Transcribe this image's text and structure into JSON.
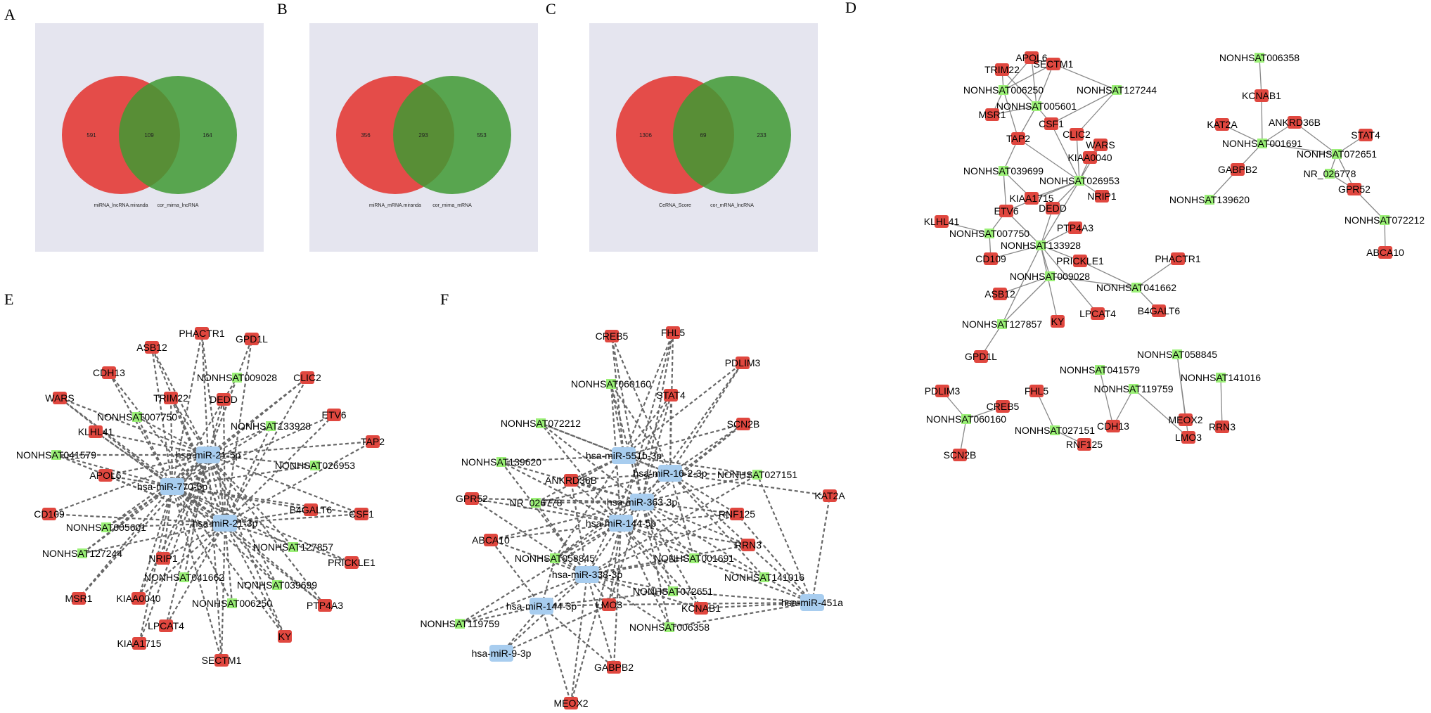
{
  "colors": {
    "mrna": "#e0473f",
    "lncrna": "#9bf077",
    "mirna": "#a8cdef",
    "venn_left": "#e33b36",
    "venn_right": "#3f9a33",
    "venn_bg": "#e5e5ef"
  },
  "panels": {
    "A": {
      "label": "A",
      "left_only": "591",
      "overlap": "109",
      "right_only": "164",
      "left_set": "miRNA_lncRNA.miranda",
      "right_set": "cor_mirna_lncRNA"
    },
    "B": {
      "label": "B",
      "left_only": "356",
      "overlap": "293",
      "right_only": "553",
      "left_set": "miRNA_mRNA.miranda",
      "right_set": "cor_mirna_mRNA"
    },
    "C": {
      "label": "C",
      "left_only": "1306",
      "overlap": "69",
      "right_only": "233",
      "left_set": "CeRNA_Score",
      "right_set": "cor_mRNA_lncRNA"
    },
    "D": {
      "label": "D"
    },
    "E": {
      "label": "E"
    },
    "F": {
      "label": "F"
    }
  },
  "networks": {
    "E": {
      "nodes": [
        {
          "id": "e_m770",
          "label": "hsa-miR-770-5p",
          "type": "mirna"
        },
        {
          "id": "e_m21_5p",
          "label": "hsa-miR-21-5p",
          "type": "mirna"
        },
        {
          "id": "e_m21_3p",
          "label": "hsa-miR-21-3p",
          "type": "mirna"
        },
        {
          "id": "e_PHACTR1",
          "label": "PHACTR1",
          "type": "mrna"
        },
        {
          "id": "e_GPD1L",
          "label": "GPD1L",
          "type": "mrna"
        },
        {
          "id": "e_ASB12",
          "label": "ASB12",
          "type": "mrna"
        },
        {
          "id": "e_NS009028",
          "label": "NONHSAT009028",
          "type": "lncrna"
        },
        {
          "id": "e_CLIC2",
          "label": "CLIC2",
          "type": "mrna"
        },
        {
          "id": "e_CDH13",
          "label": "CDH13",
          "type": "mrna"
        },
        {
          "id": "e_TRIM22",
          "label": "TRIM22",
          "type": "mrna"
        },
        {
          "id": "e_DEDD",
          "label": "DEDD",
          "type": "mrna"
        },
        {
          "id": "e_WARS",
          "label": "WARS",
          "type": "mrna"
        },
        {
          "id": "e_NS007750",
          "label": "NONHSAT007750",
          "type": "lncrna"
        },
        {
          "id": "e_NS133928",
          "label": "NONHSAT133928",
          "type": "lncrna"
        },
        {
          "id": "e_ETV6",
          "label": "ETV6",
          "type": "mrna"
        },
        {
          "id": "e_KLHL41",
          "label": "KLHL41",
          "type": "mrna"
        },
        {
          "id": "e_TAP2",
          "label": "TAP2",
          "type": "mrna"
        },
        {
          "id": "e_NS041579",
          "label": "NONHSAT041579",
          "type": "lncrna"
        },
        {
          "id": "e_NS026953",
          "label": "NONHSAT026953",
          "type": "lncrna"
        },
        {
          "id": "e_APOL6",
          "label": "APOL6",
          "type": "mrna"
        },
        {
          "id": "e_B4GALT6",
          "label": "B4GALT6",
          "type": "mrna"
        },
        {
          "id": "e_CSF1",
          "label": "CSF1",
          "type": "mrna"
        },
        {
          "id": "e_CD109",
          "label": "CD109",
          "type": "mrna"
        },
        {
          "id": "e_NS005601",
          "label": "NONHSAT005601",
          "type": "lncrna"
        },
        {
          "id": "e_NS127857",
          "label": "NONHSAT127857",
          "type": "lncrna"
        },
        {
          "id": "e_NS127244",
          "label": "NONHSAT127244",
          "type": "lncrna"
        },
        {
          "id": "e_PRICKLE1",
          "label": "PRICKLE1",
          "type": "mrna"
        },
        {
          "id": "e_NRIP1",
          "label": "NRIP1",
          "type": "mrna"
        },
        {
          "id": "e_NS041662",
          "label": "NONHSAT041662",
          "type": "lncrna"
        },
        {
          "id": "e_NS039699",
          "label": "NONHSAT039699",
          "type": "lncrna"
        },
        {
          "id": "e_MSR1",
          "label": "MSR1",
          "type": "mrna"
        },
        {
          "id": "e_KIAA0040",
          "label": "KIAA0040",
          "type": "mrna"
        },
        {
          "id": "e_NS006250",
          "label": "NONHSAT006250",
          "type": "lncrna"
        },
        {
          "id": "e_PTP4A3",
          "label": "PTP4A3",
          "type": "mrna"
        },
        {
          "id": "e_LPCAT4",
          "label": "LPCAT4",
          "type": "mrna"
        },
        {
          "id": "e_KY",
          "label": "KY",
          "type": "mrna"
        },
        {
          "id": "e_KIAA1715",
          "label": "KIAA1715",
          "type": "mrna"
        },
        {
          "id": "e_SECTM1",
          "label": "SECTM1",
          "type": "mrna"
        }
      ]
    },
    "F": {
      "nodes": [
        {
          "id": "f_m551",
          "label": "hsa-miR-551b-3p",
          "type": "mirna"
        },
        {
          "id": "f_m16",
          "label": "hsa-miR-16-2-3p",
          "type": "mirna"
        },
        {
          "id": "f_m363",
          "label": "hsa-miR-363-3p",
          "type": "mirna"
        },
        {
          "id": "f_m144_5p",
          "label": "hsa-miR-144-5p",
          "type": "mirna"
        },
        {
          "id": "f_m338",
          "label": "hsa-miR-338-3p",
          "type": "mirna"
        },
        {
          "id": "f_m144_3p",
          "label": "hsa-miR-144-3p",
          "type": "mirna"
        },
        {
          "id": "f_m451",
          "label": "hsa-miR-451a",
          "type": "mirna"
        },
        {
          "id": "f_m9",
          "label": "hsa-miR-9-3p",
          "type": "mirna"
        },
        {
          "id": "f_CREB5",
          "label": "CREB5",
          "type": "mrna"
        },
        {
          "id": "f_FHL5",
          "label": "FHL5",
          "type": "mrna"
        },
        {
          "id": "f_PDLIM3",
          "label": "PDLIM3",
          "type": "mrna"
        },
        {
          "id": "f_NS060160",
          "label": "NONHSAT060160",
          "type": "lncrna"
        },
        {
          "id": "f_STAT4",
          "label": "STAT4",
          "type": "mrna"
        },
        {
          "id": "f_NS072212",
          "label": "NONHSAT072212",
          "type": "lncrna"
        },
        {
          "id": "f_SCN2B",
          "label": "SCN2B",
          "type": "mrna"
        },
        {
          "id": "f_NS139620",
          "label": "NONHSAT139620",
          "type": "lncrna"
        },
        {
          "id": "f_ANKRD36B",
          "label": "ANKRD36B",
          "type": "mrna"
        },
        {
          "id": "f_NS027151",
          "label": "NONHSAT027151",
          "type": "lncrna"
        },
        {
          "id": "f_KAT2A",
          "label": "KAT2A",
          "type": "mrna"
        },
        {
          "id": "f_GPR52",
          "label": "GPR52",
          "type": "mrna"
        },
        {
          "id": "f_NR026778",
          "label": "NR_026778",
          "type": "lncrna"
        },
        {
          "id": "f_RNF125",
          "label": "RNF125",
          "type": "mrna"
        },
        {
          "id": "f_ABCA10",
          "label": "ABCA10",
          "type": "mrna"
        },
        {
          "id": "f_RRN3",
          "label": "RRN3",
          "type": "mrna"
        },
        {
          "id": "f_NS058845",
          "label": "NONHSAT058845",
          "type": "lncrna"
        },
        {
          "id": "f_NS001691",
          "label": "NONHSAT001691",
          "type": "lncrna"
        },
        {
          "id": "f_NS141016",
          "label": "NONHSAT141016",
          "type": "lncrna"
        },
        {
          "id": "f_NS072651",
          "label": "NONHSAT072651",
          "type": "lncrna"
        },
        {
          "id": "f_LMO3",
          "label": "LMO3",
          "type": "mrna"
        },
        {
          "id": "f_KCNAB1",
          "label": "KCNAB1",
          "type": "mrna"
        },
        {
          "id": "f_NS119759",
          "label": "NONHSAT119759",
          "type": "lncrna"
        },
        {
          "id": "f_NS006358",
          "label": "NONHSAT006358",
          "type": "lncrna"
        },
        {
          "id": "f_GABPB2",
          "label": "GABPB2",
          "type": "mrna"
        },
        {
          "id": "f_MEOX2",
          "label": "MEOX2",
          "type": "mrna"
        }
      ]
    },
    "D": {
      "nodes": [
        {
          "id": "d_APOL6",
          "label": "APOL6",
          "type": "mrna"
        },
        {
          "id": "d_TRIM22",
          "label": "TRIM22",
          "type": "mrna"
        },
        {
          "id": "d_SECTM1",
          "label": "SECTM1",
          "type": "mrna"
        },
        {
          "id": "d_NS006250",
          "label": "NONHSAT006250",
          "type": "lncrna"
        },
        {
          "id": "d_NS127244",
          "label": "NONHSAT127244",
          "type": "lncrna"
        },
        {
          "id": "d_NS005601",
          "label": "NONHSAT005601",
          "type": "lncrna"
        },
        {
          "id": "d_MSR1",
          "label": "MSR1",
          "type": "mrna"
        },
        {
          "id": "d_CSF1",
          "label": "CSF1",
          "type": "mrna"
        },
        {
          "id": "d_TAP2",
          "label": "TAP2",
          "type": "mrna"
        },
        {
          "id": "d_CLIC2",
          "label": "CLIC2",
          "type": "mrna"
        },
        {
          "id": "d_WARS",
          "label": "WARS",
          "type": "mrna"
        },
        {
          "id": "d_KIAA0040",
          "label": "KIAA0040",
          "type": "mrna"
        },
        {
          "id": "d_NS039699",
          "label": "NONHSAT039699",
          "type": "lncrna"
        },
        {
          "id": "d_NS026953",
          "label": "NONHSAT026953",
          "type": "lncrna"
        },
        {
          "id": "d_KIAA1715",
          "label": "KIAA1715",
          "type": "mrna"
        },
        {
          "id": "d_NRIP1",
          "label": "NRIP1",
          "type": "mrna"
        },
        {
          "id": "d_ETV6",
          "label": "ETV6",
          "type": "mrna"
        },
        {
          "id": "d_DEDD",
          "label": "DEDD",
          "type": "mrna"
        },
        {
          "id": "d_KLHL41",
          "label": "KLHL41",
          "type": "mrna"
        },
        {
          "id": "d_PTP4A3",
          "label": "PTP4A3",
          "type": "mrna"
        },
        {
          "id": "d_NS007750",
          "label": "NONHSAT007750",
          "type": "lncrna"
        },
        {
          "id": "d_NS133928",
          "label": "NONHSAT133928",
          "type": "lncrna"
        },
        {
          "id": "d_CD109",
          "label": "CD109",
          "type": "mrna"
        },
        {
          "id": "d_PRICKLE1",
          "label": "PRICKLE1",
          "type": "mrna"
        },
        {
          "id": "d_PHACTR1",
          "label": "PHACTR1",
          "type": "mrna"
        },
        {
          "id": "d_NS009028",
          "label": "NONHSAT009028",
          "type": "lncrna"
        },
        {
          "id": "d_NS041662",
          "label": "NONHSAT041662",
          "type": "lncrna"
        },
        {
          "id": "d_ASB12",
          "label": "ASB12",
          "type": "mrna"
        },
        {
          "id": "d_LPCAT4",
          "label": "LPCAT4",
          "type": "mrna"
        },
        {
          "id": "d_B4GALT6",
          "label": "B4GALT6",
          "type": "mrna"
        },
        {
          "id": "d_KY",
          "label": "KY",
          "type": "mrna"
        },
        {
          "id": "d_NS127857",
          "label": "NONHSAT127857",
          "type": "lncrna"
        },
        {
          "id": "d_GPD1L",
          "label": "GPD1L",
          "type": "mrna"
        },
        {
          "id": "d_NS006358",
          "label": "NONHSAT006358",
          "type": "lncrna"
        },
        {
          "id": "d_KCNAB1",
          "label": "KCNAB1",
          "type": "mrna"
        },
        {
          "id": "d_KAT2A",
          "label": "KAT2A",
          "type": "mrna"
        },
        {
          "id": "d_ANKRD36B",
          "label": "ANKRD36B",
          "type": "mrna"
        },
        {
          "id": "d_STAT4",
          "label": "STAT4",
          "type": "mrna"
        },
        {
          "id": "d_NS001691",
          "label": "NONHSAT001691",
          "type": "lncrna"
        },
        {
          "id": "d_NS072651",
          "label": "NONHSAT072651",
          "type": "lncrna"
        },
        {
          "id": "d_GABPB2",
          "label": "GABPB2",
          "type": "mrna"
        },
        {
          "id": "d_NR026778",
          "label": "NR_026778",
          "type": "lncrna"
        },
        {
          "id": "d_GPR52",
          "label": "GPR52",
          "type": "mrna"
        },
        {
          "id": "d_NS139620",
          "label": "NONHSAT139620",
          "type": "lncrna"
        },
        {
          "id": "d_NS072212",
          "label": "NONHSAT072212",
          "type": "lncrna"
        },
        {
          "id": "d_ABCA10",
          "label": "ABCA10",
          "type": "mrna"
        },
        {
          "id": "d_NS058845",
          "label": "NONHSAT058845",
          "type": "lncrna"
        },
        {
          "id": "d_NS041579",
          "label": "NONHSAT041579",
          "type": "lncrna"
        },
        {
          "id": "d_NS141016",
          "label": "NONHSAT141016",
          "type": "lncrna"
        },
        {
          "id": "d_NS119759",
          "label": "NONHSAT119759",
          "type": "lncrna"
        },
        {
          "id": "d_PDLIM3",
          "label": "PDLIM3",
          "type": "mrna"
        },
        {
          "id": "d_FHL5",
          "label": "FHL5",
          "type": "mrna"
        },
        {
          "id": "d_CREB5",
          "label": "CREB5",
          "type": "mrna"
        },
        {
          "id": "d_NS060160",
          "label": "NONHSAT060160",
          "type": "lncrna"
        },
        {
          "id": "d_NS027151",
          "label": "NONHSAT027151",
          "type": "lncrna"
        },
        {
          "id": "d_CDH13",
          "label": "CDH13",
          "type": "mrna"
        },
        {
          "id": "d_MEOX2",
          "label": "MEOX2",
          "type": "mrna"
        },
        {
          "id": "d_RRN3",
          "label": "RRN3",
          "type": "mrna"
        },
        {
          "id": "d_LMO3",
          "label": "LMO3",
          "type": "mrna"
        },
        {
          "id": "d_SCN2B",
          "label": "SCN2B",
          "type": "mrna"
        },
        {
          "id": "d_RNF125",
          "label": "RNF125",
          "type": "mrna"
        }
      ]
    }
  }
}
